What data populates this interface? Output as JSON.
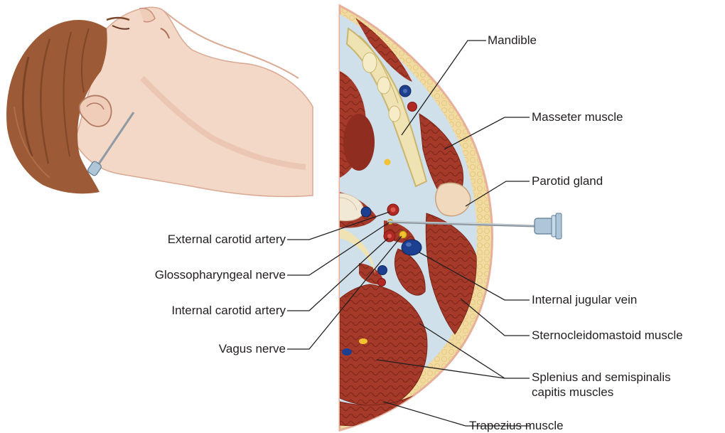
{
  "labels": {
    "mandible": "Mandible",
    "masseter": "Masseter muscle",
    "parotid": "Parotid gland",
    "external_carotid": "External carotid artery",
    "glossopharyngeal": "Glossopharyngeal nerve",
    "internal_carotid": "Internal carotid artery",
    "vagus": "Vagus nerve",
    "internal_jugular": "Internal jugular vein",
    "sternocleidomastoid": "Sternocleidomastoid muscle",
    "splenius_line1": "Splenius and semispinalis",
    "splenius_line2": "capitis muscles",
    "trapezius": "Trapezius muscle"
  },
  "colors": {
    "skin": "#f3d7c7",
    "skin_shadow": "#e2b5a0",
    "hair": "#9c5a36",
    "hair_dark": "#6e3a20",
    "muscle": "#a63a2a",
    "muscle_dark": "#7d2618",
    "fascia": "#cfe0ea",
    "bone": "#efe3b4",
    "bone_edge": "#c9b56e",
    "fat": "#f1dba0",
    "vein": "#1d3f8f",
    "artery": "#b02a23",
    "nerve": "#f2c230",
    "needle": "#8f9aa3",
    "hub": "#aec6d8",
    "leader": "#231f20"
  }
}
